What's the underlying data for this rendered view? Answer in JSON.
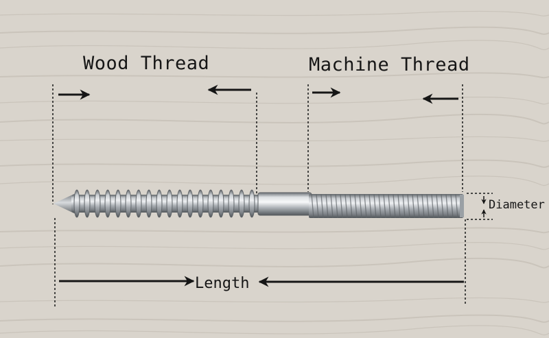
{
  "labels": {
    "wood_thread": "Wood Thread",
    "machine_thread": "Machine Thread",
    "length": "Length",
    "diameter": "Diameter"
  },
  "colors": {
    "wood_background": "#d9d4cc",
    "wood_grain": "#c3bdb3",
    "metal_light": "#e9ecee",
    "metal_mid": "#a8adb2",
    "metal_dark": "#5f6468",
    "ink": "#161616"
  }
}
